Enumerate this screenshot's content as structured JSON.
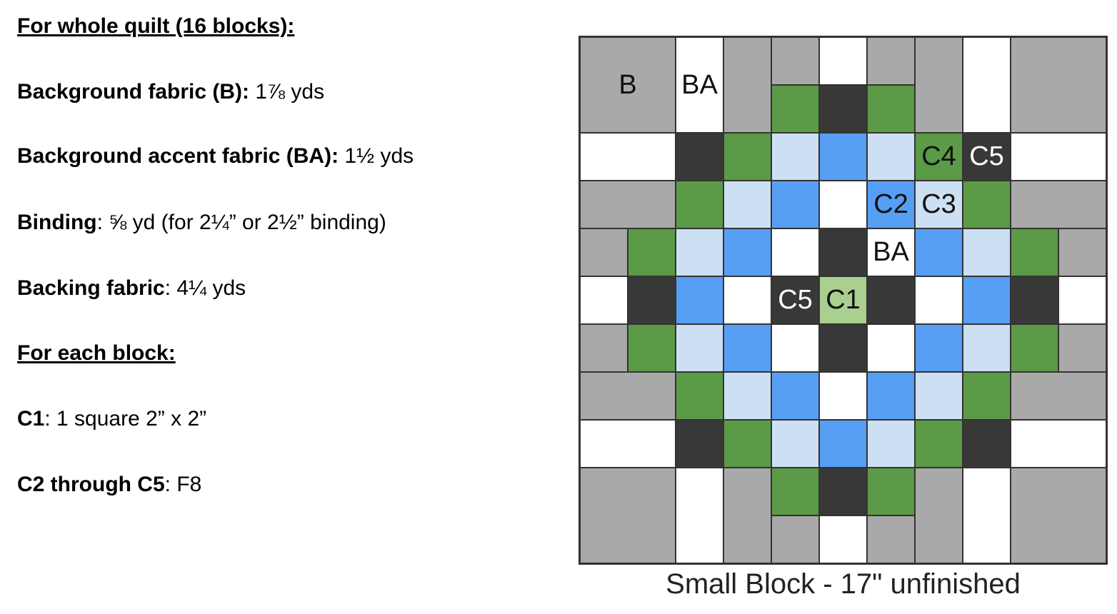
{
  "requirements": {
    "whole_quilt_heading": "For whole quilt (16 blocks):",
    "items": [
      {
        "label": "Background fabric (B):",
        "value": " 1⅞ yds"
      },
      {
        "label": "Background accent fabric (BA):",
        "value": " 1½ yds"
      },
      {
        "label": "Binding",
        "value": ": ⅝ yd (for 2¼” or 2½” binding)"
      },
      {
        "label": "Backing fabric",
        "value": ": 4¼ yds"
      }
    ],
    "block_heading": "For each block:",
    "block_items": [
      {
        "label": "C1",
        "value": ": 1 square 2” x 2”"
      },
      {
        "label": "C2 through C5",
        "value": ": F8"
      }
    ]
  },
  "diagram": {
    "caption": "Small Block - 17\" unfinished",
    "colors": {
      "G": "#a9a9a9",
      "W": "#ffffff",
      "g": "#5b9a46",
      "D": "#383838",
      "L": "#cddff3",
      "B": "#579ef5",
      "l": "#a9d08e"
    },
    "labels": [
      "B",
      "BA",
      "C4",
      "C5",
      "C2",
      "C3",
      "BA",
      "C5",
      "C1"
    ]
  }
}
